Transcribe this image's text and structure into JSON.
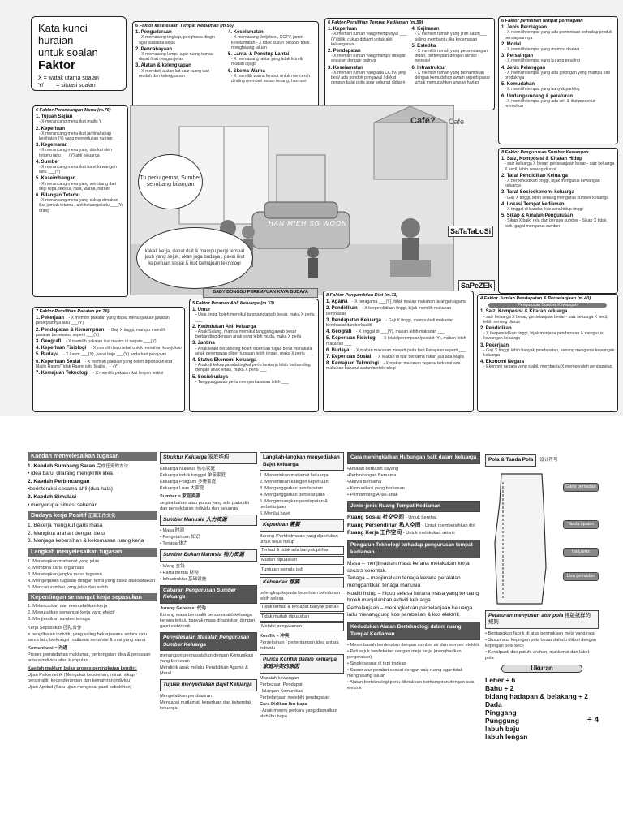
{
  "title_box": {
    "line1": "Kata kunci huraian",
    "line2": "untuk soalan",
    "line3": "Faktor",
    "key1": "X = watak utama soalan",
    "key2": "Y/ ___ = situasi soalan"
  },
  "box_kediaman": {
    "header": "6 Faktor keselesaan Tempat Kediaman (m.56)",
    "items": [
      {
        "t": "1. Pengudaraan",
        "d": "- X memasang tingkap, penghawa dingin agar suasana sejuk"
      },
      {
        "t": "2. Pencahayaan",
        "d": "- X memasang lampu agar ruang tamau dapat lihat dengan jelas"
      },
      {
        "t": "3. Alatan & kelengkapan",
        "d": "- X membeli alatan kat saiz ruang dan mudah dan kelengkapan"
      },
      {
        "t": "4. Keselamatan",
        "d": "- X memasang Jeriji besi, CCTV, jamin keselamatan - X tidak susun perabot tidak menghalang laluan"
      },
      {
        "t": "5. Lantai & Penutup Lantai",
        "d": "- X memasang lantai yang tidak licin & mudah dijaga"
      },
      {
        "t": "6. Skema Warna",
        "d": "- X memilih warna lembut untuk mencerah dinding memberi kesan tenang, harmoni"
      }
    ]
  },
  "box_rumah": {
    "header": "6 Faktor Pemilihan Tempat Kediaman (m.59)",
    "items": [
      {
        "t": "1. Keperluan",
        "d": "- X memilih rumah yang mempunyai ___ (Y) bilik, cukup didiami untuk ahli keluarganya"
      },
      {
        "t": "2. Pendapatan",
        "d": "- X memilih rumah yang mampu dibayar ansuran dengan gajinya"
      },
      {
        "t": "3. Keselamatan",
        "d": "- X memilih rumah yang ada CCTV/ jeriji besi/ ada pondok pengawal / dekat dengan balai polis agar selamat didiami"
      },
      {
        "t": "4. Kejiranan",
        "d": "- X memilih rumah yang jiran kaum___ saling membantu jika kecemasan"
      },
      {
        "t": "5. Estetika",
        "d": "- X memilih rumah yang persendangan indah, bertempian dengan taman rekreasi"
      },
      {
        "t": "6. Infrastruktur",
        "d": "- X memilih rumah yang berhampiran dengan kemudahan awam seperti pasar untuk memudahkan urusan harian"
      }
    ]
  },
  "box_premis": {
    "header": "6 Faktor pemilihan tempat perniagaan",
    "items": [
      {
        "t": "1. Jenis Perniagaan",
        "d": "- X memilih tempat yang ada permintaan terhadap produk perniagaannya"
      },
      {
        "t": "2. Modal",
        "d": "- X memilih tempat yang mampu disewa"
      },
      {
        "t": "3. Persaingan",
        "d": "- X memilih tempat yang kurang pesaing"
      },
      {
        "t": "4. Jenis Pelanggan",
        "d": "- X memilih tempat yang ada golongan yang mampu beli produknya"
      },
      {
        "t": "5. Kemudahan",
        "d": "- X memilih tempat yang banyak parking"
      },
      {
        "t": "6. Undang-undang & peraturan",
        "d": "- X memilih tempat yang ada izin & ikut prosedur memohon"
      }
    ]
  },
  "box_menu": {
    "header": "6 Faktor Perancangan Menu (m.76)",
    "items": [
      {
        "t": "1. Tujuan Sajian",
        "d": "- X merancang menu ikut majlis Y"
      },
      {
        "t": "2. Keperluan",
        "d": "- X merancang menu ikut jantina/tahap kesihatan (Y) yang memerlukan nutrien ___"
      },
      {
        "t": "3. Kegemaran",
        "d": "- X merancang menu yang disukai oleh tetamu iaitu ___(Y) ahli keluarga"
      },
      {
        "t": "4. Sumber",
        "d": "- X merancang menu ikut bajet kewangan iaitu ___(Y)"
      },
      {
        "t": "5. Keseimbangan",
        "d": "- X merancang menu yang seimbang dari segi rupa, tekstur, rasa, warna, nutrien"
      },
      {
        "t": "6. Bilangan Tetamu",
        "d": "- X merancang menu yang cukup dimakan ikut jumlah tetamu / ahli keluarga iaitu ___(Y) orang"
      }
    ]
  },
  "box_sumber": {
    "header": "8 Faktor Pengurusan Sumber Kewangan",
    "items": [
      {
        "t": "1. Saiz, Komposisi & Kitaran Hidup",
        "d": "- saiz keluarga X besar, perbelanjaan besar - saiz keluarga X kecil, lebih senang diurus"
      },
      {
        "t": "2. Taraf Pendidikan Keluarga",
        "d": "- X berpendidikan tinggi, bijak mengurus kewangan keluarga"
      },
      {
        "t": "3. Taraf Sosioekonomi keluarga",
        "d": "- Gaji X tinggi, lebih senang mengurus sumber keluarga"
      },
      {
        "t": "4. Lokasi Tempat kediaman",
        "d": "- X tinggal di bandar, kos sara hidup tinggi"
      },
      {
        "t": "5. Sikap & Amalan Pengurusan",
        "d": "- Sikap X baik, rela dan berjaya sumber - Sikap X tidak baik, gagal mengurus sumber"
      }
    ]
  },
  "box_pakaian": {
    "header": "7 Faktor Pemilihan Pakaian (m.76)",
    "items": [
      {
        "t": "1. Pekerjaan",
        "d": "- X memilih pakaian yang dapat menunjukkan jawatan pekerjaannya iaitu ___(Y)"
      },
      {
        "t": "2. Pendapatan & Kemampuan",
        "d": "- Gaji X tinggi, mampu memilih pakaian berjenama seperti ___(Y)"
      },
      {
        "t": "3. Geografi",
        "d": "- X memilih pakaian ikut musim di negara ___(Y)"
      },
      {
        "t": "4. Keperluan Fisiologi",
        "d": "- X memilih baju tebal untuk menahan kesejukan"
      },
      {
        "t": "5. Budaya",
        "d": "- X kaum ___(Y), pakai baju ___(Y) pada hari perayaan"
      },
      {
        "t": "6. Keperluan Sosial",
        "d": "- X memilih pakaian yang boleh diponakan ikut Majlis Rasmi/Tidak Rasmi iaitu Majlis ___(Y)"
      },
      {
        "t": "7. Kemajuan Teknologi",
        "d": "- X memilih pakaian ikut fesyen terkini"
      }
    ]
  },
  "box_ahli": {
    "header": "5 Faktor Peranan Ahli Keluarga (m.33)",
    "items": [
      {
        "t": "1. Umur",
        "d": "- Usia tinggi boleh memikul tanggungjawab besar, maka X perlu ___"
      },
      {
        "t": "2. Kedudukan Ahli keluarga",
        "d": "- Anak Sulung, mampu memikul tanggungjawab besar berbanding dengan anak yang lebih muda, maka X perlu ___"
      },
      {
        "t": "3. Jantina",
        "d": "- Anak lelaki berbanding boleh diberikan tugas berat manakala anak perempuan diberi tugasan lebih ringan, maka X perlu ___"
      },
      {
        "t": "4. Status Ekonomi Keluarga",
        "d": "- Anak di keluarga ada tingkat pertu berkerja lebih berbanding dengan anak emas, maka X perlu ___"
      },
      {
        "t": "5. Sosiobudaya",
        "d": "- Tanggungjawab perlu memperkasakan lebih ___"
      }
    ]
  },
  "box_diet": {
    "header": "8 Faktor Pengambilan Diet (m.71)",
    "items": [
      {
        "t": "1. Agama",
        "d": "- X beragama ___(Y), tidak makan makanan larangan agama"
      },
      {
        "t": "2. Pendidikan",
        "d": "- X berpendidikan tinggi, bijak memilih makanan berkhasiat"
      },
      {
        "t": "3. Pendapatan Keluarga",
        "d": "- Gaji X tinggi, mampu beli makanan berkhasiat dan berkualiti"
      },
      {
        "t": "4. Geografi",
        "d": "- X tinggal di ___(Y), makan lebih makanan ___"
      },
      {
        "t": "5. Keperluan Fisiologi",
        "d": "- X lelaki/perempuan/pesakit (Y), makan lebih makanan ___"
      },
      {
        "t": "6. Budaya",
        "d": "- X makan makanan mewah pada hari Perayaan seperti ___"
      },
      {
        "t": "7. Keperluan Sosial",
        "d": "- X Makan di luar bersama rakan jika ada Majlis"
      },
      {
        "t": "8. Kemajuan Teknologi",
        "d": "- X makan makanan segera/ terkenal ada makanan baharu/ alatan berteknologi"
      }
    ]
  },
  "box_jumlah": {
    "header": "4 Faktor Jumlah Pendapatan & Perbelanjaan (m.40)",
    "tag": "Pengurusan Sumber Kewangan",
    "items": [
      {
        "t": "1. Saiz, Komposisi & Kitaran keluarga",
        "d": "- saiz keluarga X besar, perbelanjaan besar - saiz keluarga X kecil, lebih senang diurus"
      },
      {
        "t": "2. Pendidikan",
        "d": "- X berpendidikan tinggi, bijak menjana pendapatan & mengurus kewangan keluarga"
      },
      {
        "t": "3. Pekerjaan",
        "d": "- Gaji X tinggi, lebih banyak pendapatan, senang mengurus kewangan keluarga"
      },
      {
        "t": "4. Ekonomi Negara",
        "d": "- Ekonomi negara yang stabil, membantu X memperoleh pendapatan"
      }
    ]
  },
  "scene": {
    "cafe": "Café?",
    "cafe2": "Cafe",
    "bubble_left": "Tu perlu gemar, Sumber seimbang bilangan",
    "bubble_mid": "kakak kerja, dapat duit & mampu,pergi tempat jauh yang sejuk, akan jaga budaya , pakai ikut keperluan sosial & ikut kemajuan teknologi",
    "banner": "BABY BONGSU PEREMPUAN KAYA BUDAYA",
    "sign1": "SaTaTaLoSi",
    "sign2": "SaPeZEk",
    "watermark": "HAN MIEH SG WOON"
  },
  "col1": {
    "h1": "Kaedah menyelesaikan tugasan",
    "k1": "1. Kaedah Sumbang Saran",
    "k1zh": "完成任务的方法",
    "k1d": "• idea baru, dilarang mengkritik idea",
    "k2": "2. Kaedah Perbincangan",
    "k2d": "•berinteraksi sesama ahli (dua hala)",
    "k3": "3. Kaedah Simulasi",
    "k3d": "• menyerupai situasi sebenar",
    "h2": "Budaya kerja Positif",
    "h2zh": "正面工作文化",
    "b1": "1. Bekerja mengikut garis masa",
    "b2": "2. Mengikut arahan dengan betul",
    "b3": "3. Menjaga kebersihan & kekemasan ruang kerja",
    "h3": "Langkah menyelesaikan tugasan",
    "l1": "1. Menetapkan matlamat yang jelas",
    "l2": "2. Membina carta organisasi",
    "l3": "3. Menetapkan jangka masa tugasan",
    "l4": "4. Mengerjakan tugasan dengan tema yang biasa dilaksanakan",
    "l5": "5. Mencari sumber yang jelas dan sahih",
    "h4": "Kepentingan semangat kerja sepasukan",
    "s1": "1. Melancarkan dan memudahkan kerja",
    "s2": "2. Mewujudkan semangat kerja yang efektif",
    "s3": "3. Menjimatkan sumber tenaga",
    "ks": "Kerja Sepasukan 团队合作",
    "ksd": "= penglibatan individu yang saling bekerjasama antara satu sama lain, berkongsi matlamat serta visi & misi yang sama",
    "kom": "Komunikasi = 沟通",
    "komd": "Proses pemindahan maklumat, perkongsian idea & perasaan antara individu atau kumpulan",
    "kk": "Kaedah maklum balas proses peningkatan kendiri:",
    "kk1": "Ujian Psikometrik (Mengukur kebolehan, minat, sikap personaliti, kecenderungan dan kemahiran individu)",
    "kk2": "Ujian Aptitud (Satu ujian mengenal pasti kebolehan)"
  },
  "col2": {
    "h1": "Struktur Keluarga",
    "h1zh": "家庭结构",
    "t1": "Keluarga Nukleus 核心家庭",
    "t2": "Keluarga induk tunggal 单亲家庭",
    "t3": "Keluarga Poligami 多妻家庭",
    "t4": "Keluarga Luas 大家庭",
    "sumber": "Sumber = 家庭资源",
    "sumberd": "segala bahan atau punca yang ada pada diri dan persekitaran individu dan keluarga.",
    "h2": "Sumber Manusia 人力资源",
    "m1": "• Masa 时间",
    "m2": "• Pengetahuan 知识",
    "m3": "• Tenaga 体力",
    "h3": "Sumber Bukan Manusia 物力资源",
    "n1": "• Wang 金钱",
    "n2": "• Harta Benda 财物",
    "n3": "• Infrastruktur 基础设施",
    "h4": "Cabaran Pengurusan Sumber Keluarga",
    "gen": "Jurang Generasi 代沟",
    "gend": "Kurang masa berkualiti bersama ahli keluarga kerana terlalu banyak masa dihabiskan dengan gajet elektronik",
    "h5": "Penyelesaian Masalah Pengurusan Sumber Keluarga",
    "p1": "menangani permasalahan dengan Komunikasi yang berkesan",
    "p2": "Mendidik anak melalui Pendidikan Agama & Moral",
    "h6": "Tujuan menyediakan Bajet Keluarga",
    "j1": "Mengelakkan pembaziran",
    "j2": "Mencapai matlamat, keperluan dan kehendak keluarga"
  },
  "col3": {
    "h1": "Langkah-langkah menyediakan Bajet keluarga",
    "a1": "1. Menentukan matlamat keluarga",
    "a2": "2. Menentukan kategori keperluan",
    "a3": "3. Menganggarkan pendapatan",
    "a4": "4. Menganggarkan perbelanjaan",
    "a5": "5. Mengimbangkan pendapatan & perbelanjaan",
    "a6": "6. Menilai bajet",
    "h2": "Keperluan",
    "h2zh": "需要",
    "kp": "Barang /Perkhidmatan yang diperlukan untuk terus hidup",
    "kp1": "Terhad & tidak ada banyak pilihan",
    "kp2": "Mudah dipuaskan",
    "kp3": "Tuntutan semula jadi",
    "h3": "Kehendak",
    "h3zh": "想要",
    "kh": "pelengkap kepada keperluan kehidupan lebih selesa",
    "kh1": "Tidak terhad & terdapat banyak pilihan",
    "kh2": "Tidak mudah dipuaskan",
    "kh3": "Melalui pengalaman",
    "kf": "Konflik = 冲突",
    "kfd": "Perselisihan / pertentangan idea antara individu",
    "h4": "Punca Konflik dalam keluarga",
    "h4zh": "家庭冲突的原因",
    "pk1": "Masalah kewangan",
    "pk2": "Perbezaan Pendapat",
    "pk3": "Halangan Komunikasi",
    "pk4": "Perbelanjaan melebihi pendapatan",
    "cd": "Cara Didikan Ibu bapa",
    "cdd": "- Anak meniru perkara yang diamalkan oleh Ibu bapa"
  },
  "col4": {
    "h1": "Cara meningkatkan Hubungan baik dalam keluarga",
    "c1": "•Amalan berkasih sayang",
    "c2": "•Perbincangan Bersama",
    "c3": "•Aktiviti Bersama",
    "c4": "• Komunikasi yang berkesan",
    "c5": "• Pembimbing Anak-anak",
    "h2": "Jenis-jenis Ruang Tempat Kediaman",
    "r1": "Ruang Sosial 社交空间",
    "r1d": "- Untuk berehat",
    "r2": "Ruang Persendirian 私人空间",
    "r2d": "- Untuk membersihkan diri",
    "r3": "Ruang Kerja 工作空间",
    "r3d": "- Untuk melakukan aktiviti",
    "h3": "Pengaruh Teknologi terhadap pengurusan tempat kediaman",
    "t1": "Masa – menjimatkan masa kerana melakukan kerja secara serentak.",
    "t2": "Tenaga – menjimatkan tenaga kerana peralatan menggantikan tenaga manusia",
    "t3": "Kualiti hidup – hidup selesa kerana masa yang terluang boleh menjalankan aktiviti keluarga",
    "t4": "Perbelanjaan – meningkatkan perbelanjaan keluarga iaitu menanggung kos pembelian & kos elektrik.",
    "h4": "Kedudukan Alatan Berteknologi dalam ruang Tempat Kediaman",
    "k1": "• Mesin basuh berdekatan dengan sumber air dan sumber elektrik",
    "k2": "• Peti sejuk berdekatan dengan meja kerja (menghadkan pergerakan)",
    "k3": "• Singki sesuai di tepi tingkap",
    "k4": "• Susun atur perabot sesuai dengan saiz ruang agar tidak menghalang laluan",
    "k5": "• Alatan berteknologi perlu diletakkan berhampiran dengan suis elektrik"
  },
  "col5": {
    "h1": "Pola & Tanda Pola",
    "h1zh": "设计符号",
    "p1": "Garis pemadan",
    "p2": "Tanda lipatan",
    "p3": "Ira Lurus",
    "p4": "Lisu pemadan",
    "h2": "Peraturan menyusun atur pola",
    "h2zh": "排版纸样的规则",
    "r1": "• Bentangkan fabrik di atas permukaan meja yang rata",
    "r2": "• Susun atur kepingan pola besar dahulu diikuti dengan kepingan pola kecil",
    "r3": "• Kenalpasti dan patuhi arahan, maklumat dan label pola",
    "h3": "Ukuran",
    "u1": "Leher ÷ 6",
    "u2": "Bahu ÷ 2",
    "u3": "bidang hadapan & belakang ÷ 2",
    "u4": "Dada",
    "u5": "Pinggang",
    "u6": "Punggung",
    "u7": "labuh baju",
    "u8": "labuh lengan",
    "u9": "÷ 4"
  }
}
